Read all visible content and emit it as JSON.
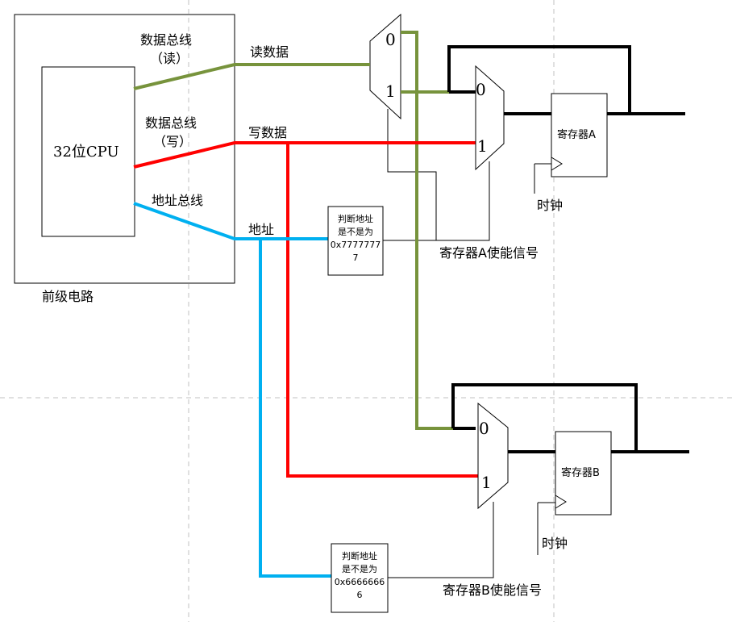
{
  "labels": {
    "front_circuit": "前级电路",
    "cpu": "32位CPU",
    "data_bus_read": [
      "数据总线",
      "（读）"
    ],
    "data_bus_write": [
      "数据总线",
      "（写）"
    ],
    "addr_bus": "地址总线",
    "read_data": "读数据",
    "write_data": "写数据",
    "address": "地址",
    "check_a": [
      "判断地址",
      "是不是为",
      "0x7777777",
      "7"
    ],
    "check_b": [
      "判断地址",
      "是不是为",
      "0x6666666",
      "6"
    ],
    "enable_a": "寄存器A使能信号",
    "enable_b": "寄存器B使能信号",
    "reg_a": "寄存器A",
    "reg_b": "寄存器B",
    "clock_a": "时钟",
    "clock_b": "时钟",
    "mux_read": {
      "in0": "0",
      "in1": "1"
    },
    "mux_a": {
      "in0": "0",
      "in1": "1"
    },
    "mux_b": {
      "in0": "0",
      "in1": "1"
    }
  },
  "colors": {
    "read_bus": "#77933c",
    "write_bus": "#ff0000",
    "addr_bus": "#00b0f0",
    "register_wire": "#000000",
    "grid": "#bfbfbf"
  }
}
